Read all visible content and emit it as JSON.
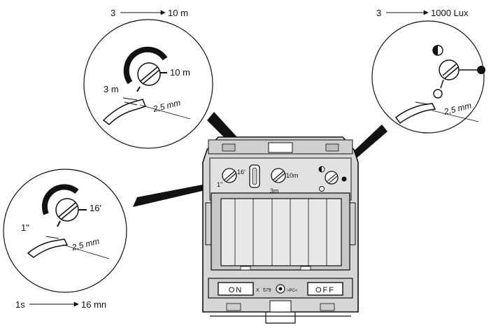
{
  "ranges": {
    "distance": {
      "from": "3",
      "to": "10 m"
    },
    "lux": {
      "from": "3",
      "to": "1000 Lux"
    },
    "time": {
      "from": "1s",
      "to": "16 mn"
    }
  },
  "distance_dial": {
    "min": "3 m",
    "max": "10 m",
    "tool": "2,5 mm"
  },
  "time_dial": {
    "min": "1\"",
    "max": "16'",
    "tool": "2,5 mm"
  },
  "lux_dial": {
    "tool": "2,5 mm",
    "dark_icon": "filled-circle",
    "dim_icon": "half-circle",
    "bright_icon": "empty-circle"
  },
  "device": {
    "dial_time_max": "16'",
    "dial_time_min": "1\"",
    "dial_dist_max": "10m",
    "dial_dist_min": "3m",
    "on_label": "ON",
    "off_label": "OFF",
    "code_x": "X",
    "code_num": "579",
    "code_pc": ">PC<"
  }
}
